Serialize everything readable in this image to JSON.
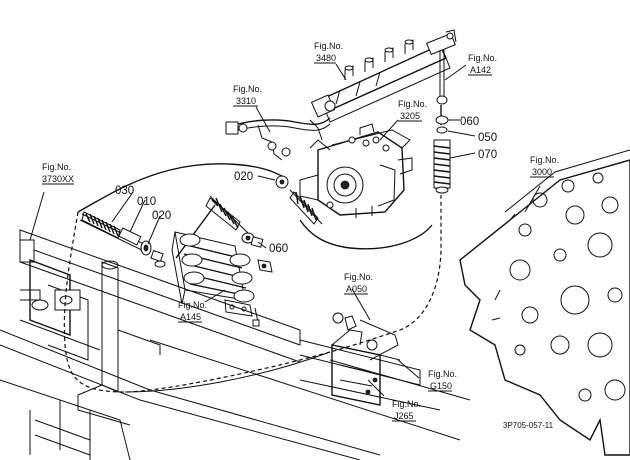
{
  "fig_refs": [
    {
      "id": "fig-3480",
      "prefix": "Fig.No.",
      "code": "3480"
    },
    {
      "id": "fig-a142",
      "prefix": "Fig.No.",
      "code": "A142"
    },
    {
      "id": "fig-3310",
      "prefix": "Fig.No.",
      "code": "3310"
    },
    {
      "id": "fig-3205",
      "prefix": "Fig.No.",
      "code": "3205"
    },
    {
      "id": "fig-3730xx",
      "prefix": "Fig.No.",
      "code": "3730XX"
    },
    {
      "id": "fig-3000",
      "prefix": "Fig.No.",
      "code": "3000"
    },
    {
      "id": "fig-a145",
      "prefix": "Fig.No.",
      "code": "A145"
    },
    {
      "id": "fig-a050",
      "prefix": "Fig.No.",
      "code": "A050"
    },
    {
      "id": "fig-g150",
      "prefix": "Fig.No.",
      "code": "G150"
    },
    {
      "id": "fig-j265",
      "prefix": "Fig.No.",
      "code": "J265"
    }
  ],
  "part_numbers": [
    {
      "id": "part-060-right",
      "label": "060"
    },
    {
      "id": "part-050",
      "label": "050"
    },
    {
      "id": "part-070",
      "label": "070"
    },
    {
      "id": "part-020-mid",
      "label": "020"
    },
    {
      "id": "part-030",
      "label": "030"
    },
    {
      "id": "part-010",
      "label": "010"
    },
    {
      "id": "part-020-left",
      "label": "020"
    },
    {
      "id": "part-060-left",
      "label": "060"
    }
  ],
  "drawing_code": "3P705-057-11"
}
